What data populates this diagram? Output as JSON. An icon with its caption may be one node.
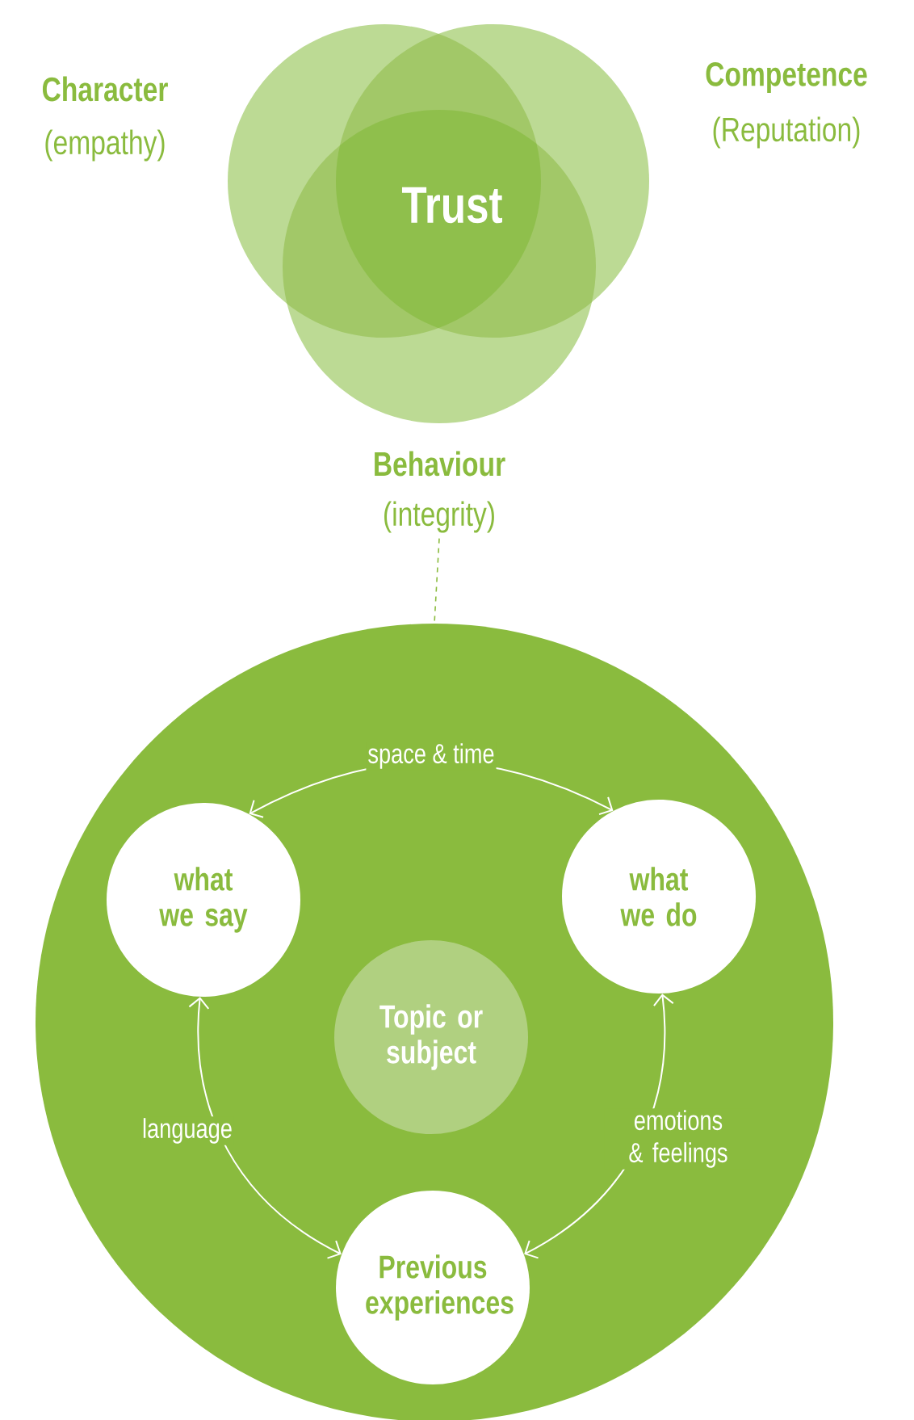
{
  "diagram": {
    "nodes": [
      {
        "text": [
          "Character",
          "(empathy)"
        ]
      },
      {
        "text": [
          "Competence",
          "(Reputation)"
        ]
      },
      {
        "text": [
          "Behaviour",
          "(integrity)"
        ]
      },
      {
        "text": [],
        "shape": "circle"
      },
      {
        "text": [
          "what we say"
        ],
        "in": 3
      },
      {
        "text": [
          "what we do"
        ],
        "in": 3
      },
      {
        "text": [
          "Topic or subject"
        ],
        "in": 3
      },
      {
        "text": [
          "Previous experiences"
        ],
        "in": 3
      }
    ],
    "edges": [
      {
        "from": 2,
        "to": 3,
        "arrow": "none",
        "style": "dashed",
        "color": "#8abb3e"
      },
      {
        "from": 4,
        "to": 5,
        "arrow": "both",
        "label": "space & time"
      },
      {
        "from": 4,
        "to": 7,
        "arrow": "both",
        "label": "language"
      },
      {
        "from": 5,
        "to": 7,
        "arrow": "both",
        "label": "emotions & feelings"
      }
    ],
    "labels": [
      "Trust"
    ]
  }
}
